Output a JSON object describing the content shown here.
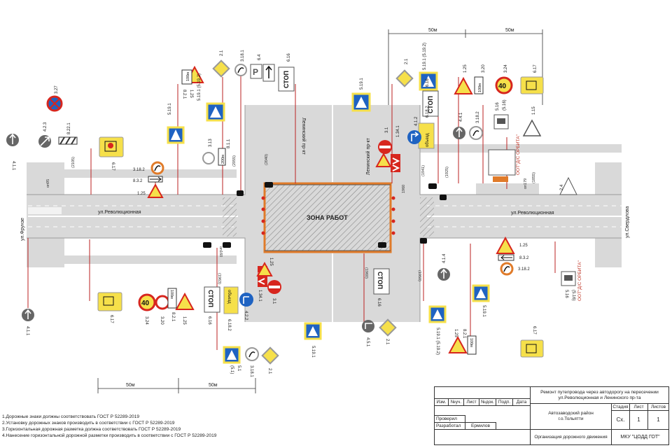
{
  "streets": {
    "revolyutsionnaya": "ул.Революционная",
    "leninsky": "Ленинский пр-кт",
    "frunze": "ул.Фрунзе",
    "sverdlova": "ул.Свердлова"
  },
  "work_zone": "ЗОНА РАБОТ",
  "stop_text": "СТОП",
  "speed_limit": "40",
  "distance_label": "50м",
  "bus_stop_label": "ООТ\"Д/С ОРБИТА\"",
  "sign_codes": {
    "s327": "3.27",
    "s423": "4.2.3",
    "s8221": "8.22.1",
    "s411": "4.1.1",
    "s617": "6.17",
    "s3182": "3.18.2",
    "s832": "8.3.2",
    "s125": "1.25",
    "s821": "8.2.1",
    "s5191": "5.19.1",
    "s5192": "(5.19.2)",
    "s5191b": "5.19.1 (5.19.2)",
    "s21": "2.1",
    "s3181": "3.18.1",
    "s64": "6.4",
    "s616": "6.16",
    "s313": "3.13",
    "s811": "8.1.1",
    "s6182": "6.18.2",
    "s31": "3.1",
    "s1341": "1.34.1",
    "s412": "4.1.2",
    "s441": "4.4.1",
    "s320": "3.20",
    "s324": "3.24",
    "s516": "5.16",
    "s5161": "(5.16)",
    "s115": "1.15",
    "s24": "2.4",
    "s42": "4.2.2",
    "s451": "4.5.1",
    "s414": "4.1.4",
    "s3182b": "3.18.2",
    "s51": "5.1",
    "s511": "(5.1)"
  },
  "plate_200m": "200м",
  "plate_100m": "100м",
  "detour_plate": "объезд",
  "dims": {
    "d2105": "(2105)",
    "d2055": "(2055)",
    "d2040": "(2040)",
    "d1941": "(1941)",
    "d1925": "(1925)",
    "d1855": "(1855)",
    "d1963": "(1963)",
    "d1960": "1960",
    "d1950": "(1950)",
    "d1960b": "(1960)",
    "p95": "оп95",
    "p179": "оп179",
    "p160": "оп160"
  },
  "notes": [
    "1.Дорожные знаки должны соответствовать ГОСТ Р 52289-2019",
    "2.Установку дорожных знаков производить в соответствии с ГОСТ Р 52289-2019",
    "3.Горизонтальная дорожная разметка должна соответствовать ГОСТ Р 52289-2019",
    "4.Нанесение горизонтальной дорожной разметки производить в соответствии с ГОСТ Р 52289-2019"
  ],
  "title_block": {
    "project_title": "Ремонт путепровода через автодорогу на пересечении ул.Революционная и Ленинского пр-та",
    "district": "Автозаводский район",
    "city": "г.о.Тольятти",
    "org_lines": "Организация дорожного движения",
    "company": "МКУ \"ЦОДД ГОТ\"",
    "col_izm": "Изм.",
    "col_nuch": "№уч.",
    "col_list": "Лист",
    "col_ndok": "№док.",
    "col_podp": "Подп.",
    "col_data": "Дата",
    "checked_label": "Проверил",
    "developed_label": "Разработал",
    "developer": "Ермилов",
    "stage_label": "Стадия",
    "sheet_label": "Лист",
    "sheets_label": "Листов",
    "stage": "Сх.",
    "sheet": "1",
    "sheets": "1"
  },
  "colors": {
    "road": "#d9d9d9",
    "work_zone": "#e07b2a",
    "sign_yellow": "#f6e04a",
    "sign_red": "#d7261e",
    "sign_blue": "#1f63c2",
    "grey": "#7f7f7f"
  }
}
